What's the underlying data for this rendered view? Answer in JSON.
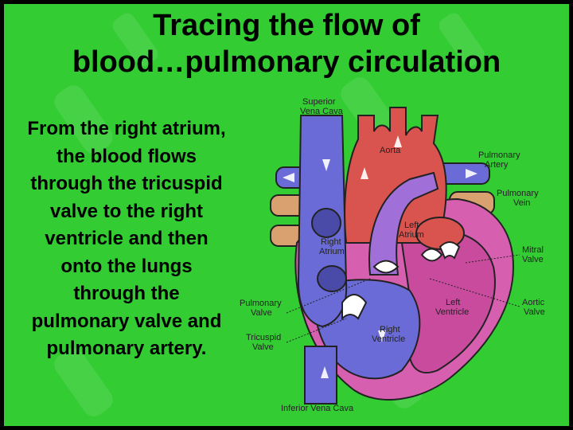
{
  "slide": {
    "title_line1": "Tracing the flow of",
    "title_line2": "blood…pulmonary circulation",
    "body_text": "From the right atrium, the blood flows through the tricuspid valve to the right ventricle and then onto the lungs through the pulmonary valve and pulmonary artery.",
    "background_color": "#33cc33"
  },
  "diagram": {
    "labels": {
      "superior_vena_cava_1": "Superior",
      "superior_vena_cava_2": "Vena Cava",
      "aorta": "Aorta",
      "pulmonary_artery_1": "Pulmonary",
      "pulmonary_artery_2": "Artery",
      "pulmonary_vein_1": "Pulmonary",
      "pulmonary_vein_2": "Vein",
      "left_atrium_1": "Left",
      "left_atrium_2": "Atrium",
      "right_atrium_1": "Right",
      "right_atrium_2": "Atrium",
      "mitral_valve_1": "Mitral",
      "mitral_valve_2": "Valve",
      "pulmonary_valve_1": "Pulmonary",
      "pulmonary_valve_2": "Valve",
      "left_ventricle_1": "Left",
      "left_ventricle_2": "Ventricle",
      "aortic_valve_1": "Aortic",
      "aortic_valve_2": "Valve",
      "right_ventricle_1": "Right",
      "right_ventricle_2": "Ventricle",
      "tricuspid_valve_1": "Tricuspid",
      "tricuspid_valve_2": "Valve",
      "inferior_vena_cava": "Inferior Vena Cava"
    },
    "colors": {
      "deoxygenated": "#6b6bd8",
      "oxygenated": "#d9534f",
      "outer_wall": "#d65fb0",
      "pulmonary_vein": "#d9a070"
    }
  }
}
